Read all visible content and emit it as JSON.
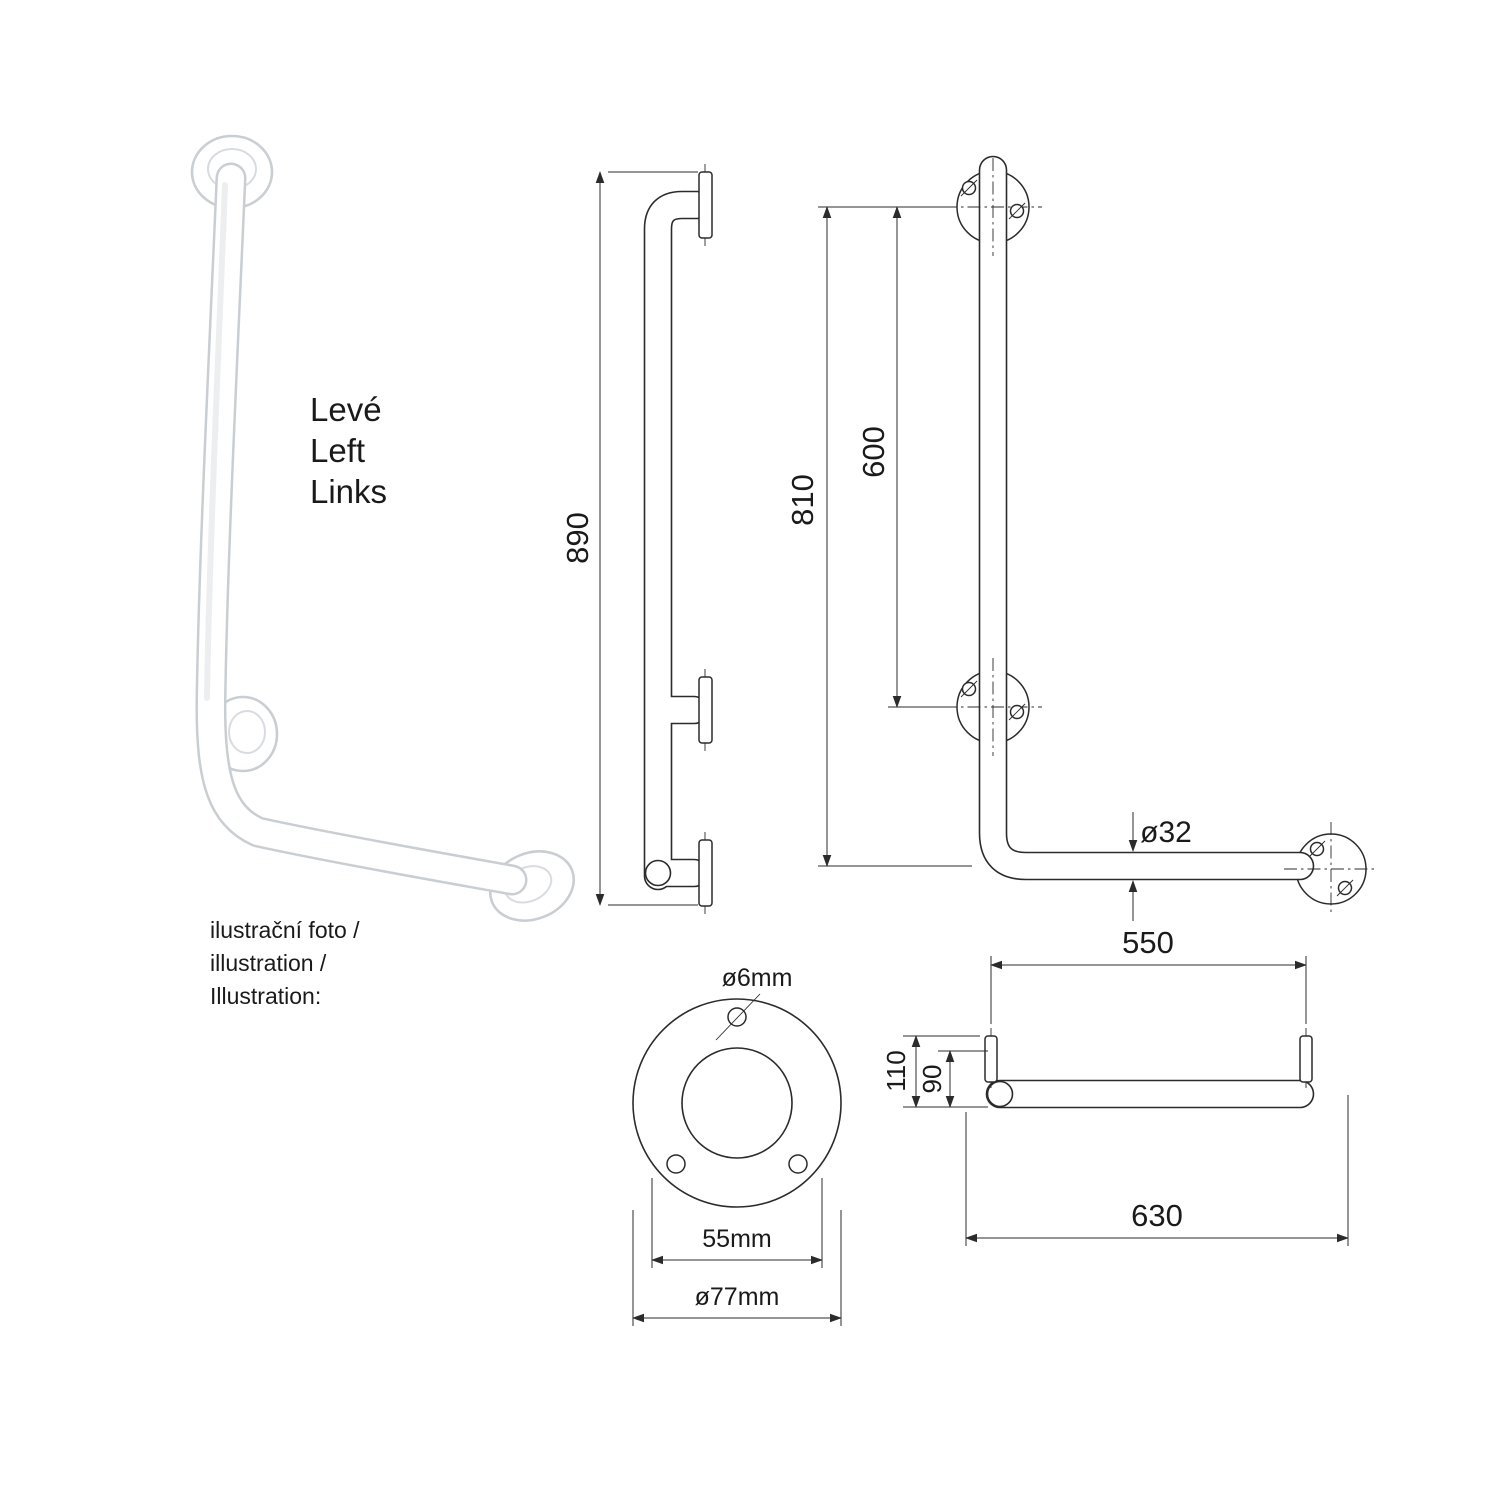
{
  "colors": {
    "background": "#ffffff",
    "line": "#2b2b2b",
    "tube_outline": "#c9ced3"
  },
  "photo": {
    "orientation": [
      "Levé",
      "Left",
      "Links"
    ],
    "caption": [
      "ilustrační foto /",
      "illustration /",
      "Illustration:"
    ]
  },
  "dims": {
    "side_overall_height": "890",
    "front_overall_height": "810",
    "front_flange_spacing": "600",
    "tube_diameter": "ø32",
    "flange_screw_hole": "ø6mm",
    "flange_pitch": "55mm",
    "flange_outer": "ø77mm",
    "top_flange_spacing": "550",
    "top_offset_outer": "110",
    "top_offset_inner": "90",
    "top_overall_length": "630"
  }
}
